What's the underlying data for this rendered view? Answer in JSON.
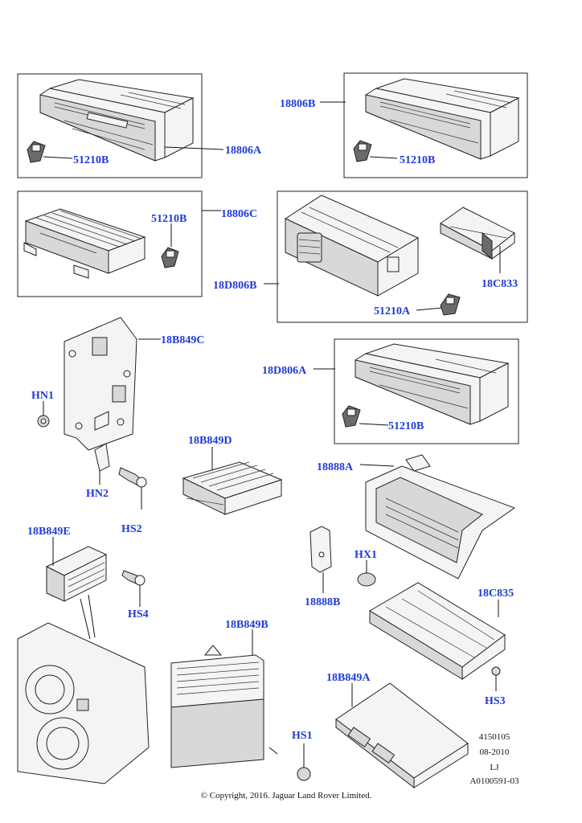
{
  "colors": {
    "label": "#1f3bd6",
    "line": "#222222"
  },
  "callouts": {
    "c18806A": "18806A",
    "c18806B": "18806B",
    "c18806C": "18806C",
    "c18D806B": "18D806B",
    "c18C833": "18C833",
    "c51210A": "51210A",
    "c51210B_1": "51210B",
    "c51210B_2": "51210B",
    "c51210B_3": "51210B",
    "c51210B_4": "51210B",
    "c18B849C": "18B849C",
    "c18D806A": "18D806A",
    "cHN1": "HN1",
    "cHN2": "HN2",
    "cHS2": "HS2",
    "c18B849D": "18B849D",
    "c18888A": "18888A",
    "c18B849E": "18B849E",
    "cHX1": "HX1",
    "c18888B": "18888B",
    "cHS4": "HS4",
    "c18C835": "18C835",
    "c18B849B": "18B849B",
    "cHS3": "HS3",
    "c18B849A": "18B849A",
    "cHS1": "HS1"
  },
  "meta": {
    "number": "4150105",
    "date": "08-2010",
    "code": "LJ",
    "ref": "A0100591-03",
    "copyright": "© Copyright, 2016. Jaguar Land Rover Limited."
  }
}
